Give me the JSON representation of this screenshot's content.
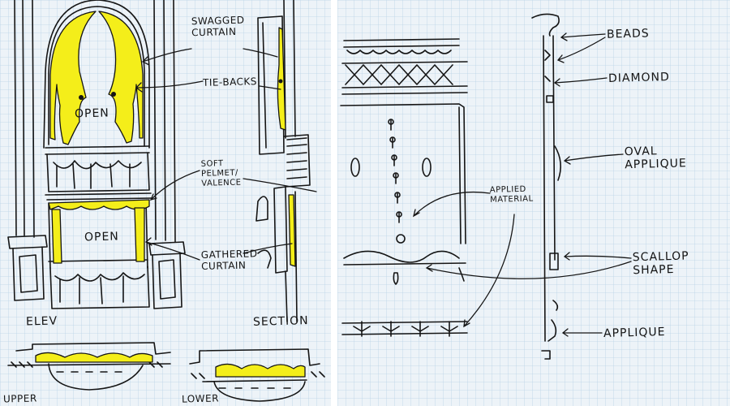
{
  "colors": {
    "paper": "#edf3f8",
    "grid": "#b9d3e6",
    "ink": "#151515",
    "highlight": "#f4ee1a"
  },
  "left_sketch": {
    "labels": {
      "swagged_curtain": "SWAGGED CURTAIN",
      "tie_backs": "TIE-BACKS",
      "open_upper": "OPEN",
      "soft_pelmet": "SOFT PELMET/ VALENCE",
      "open_lower": "OPEN",
      "gathered_curtain": "GATHERED CURTAIN",
      "elev": "ELEV",
      "section": "SECTION",
      "upper": "UPPER",
      "lower": "LOWER"
    }
  },
  "right_sketch": {
    "labels": {
      "beads": "BEADS",
      "diamond": "DIAMOND",
      "oval_applique": "OVAL APPLIQUE",
      "applied_material": "APPLIED MATERIAL",
      "scallop_shape": "SCALLOP SHAPE",
      "applique": "APPLIQUE"
    }
  }
}
